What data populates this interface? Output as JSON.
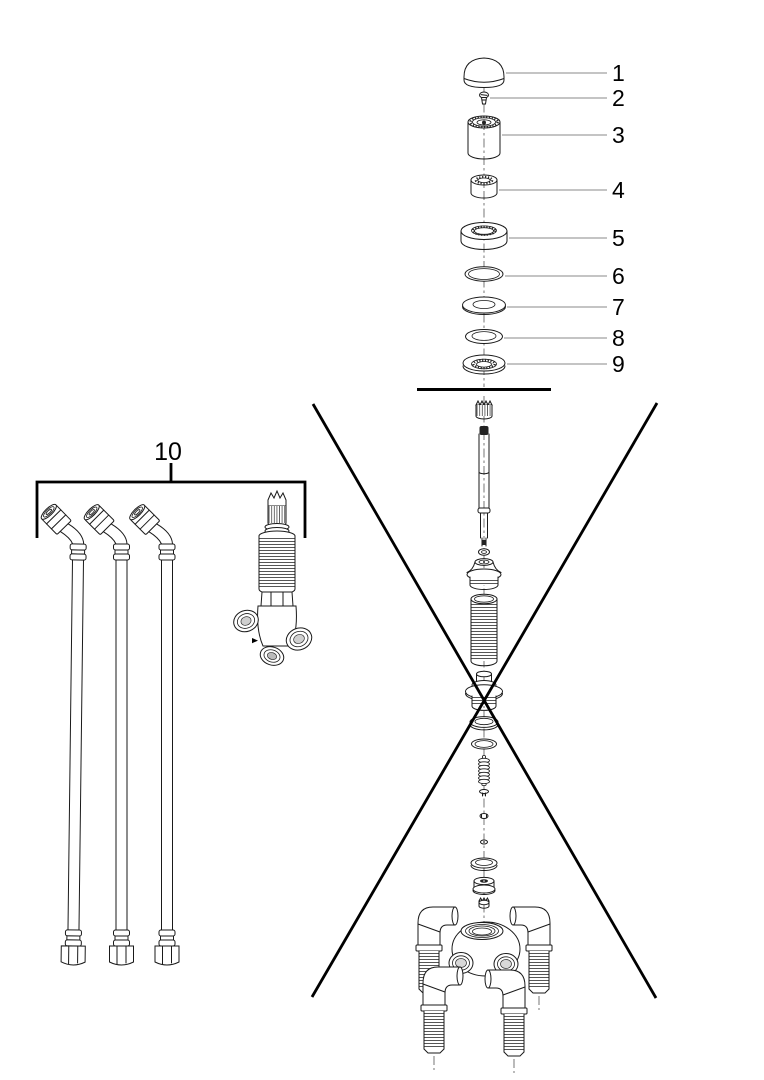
{
  "diagram": {
    "figure_type": "exploded-parts-diagram",
    "colors": {
      "background": "#ffffff",
      "line": "#000000",
      "leader_line": "#8a8a8a"
    },
    "callouts": [
      {
        "label": "1",
        "part": "dome-cap"
      },
      {
        "label": "2",
        "part": "screw"
      },
      {
        "label": "3",
        "part": "adapter-sleeve"
      },
      {
        "label": "4",
        "part": "bushing"
      },
      {
        "label": "5",
        "part": "escutcheon-ring"
      },
      {
        "label": "6",
        "part": "o-ring"
      },
      {
        "label": "7",
        "part": "washer"
      },
      {
        "label": "8",
        "part": "thin-washer"
      },
      {
        "label": "9",
        "part": "base-ring"
      },
      {
        "label": "10",
        "part": "hose-and-valve-kit"
      }
    ]
  }
}
